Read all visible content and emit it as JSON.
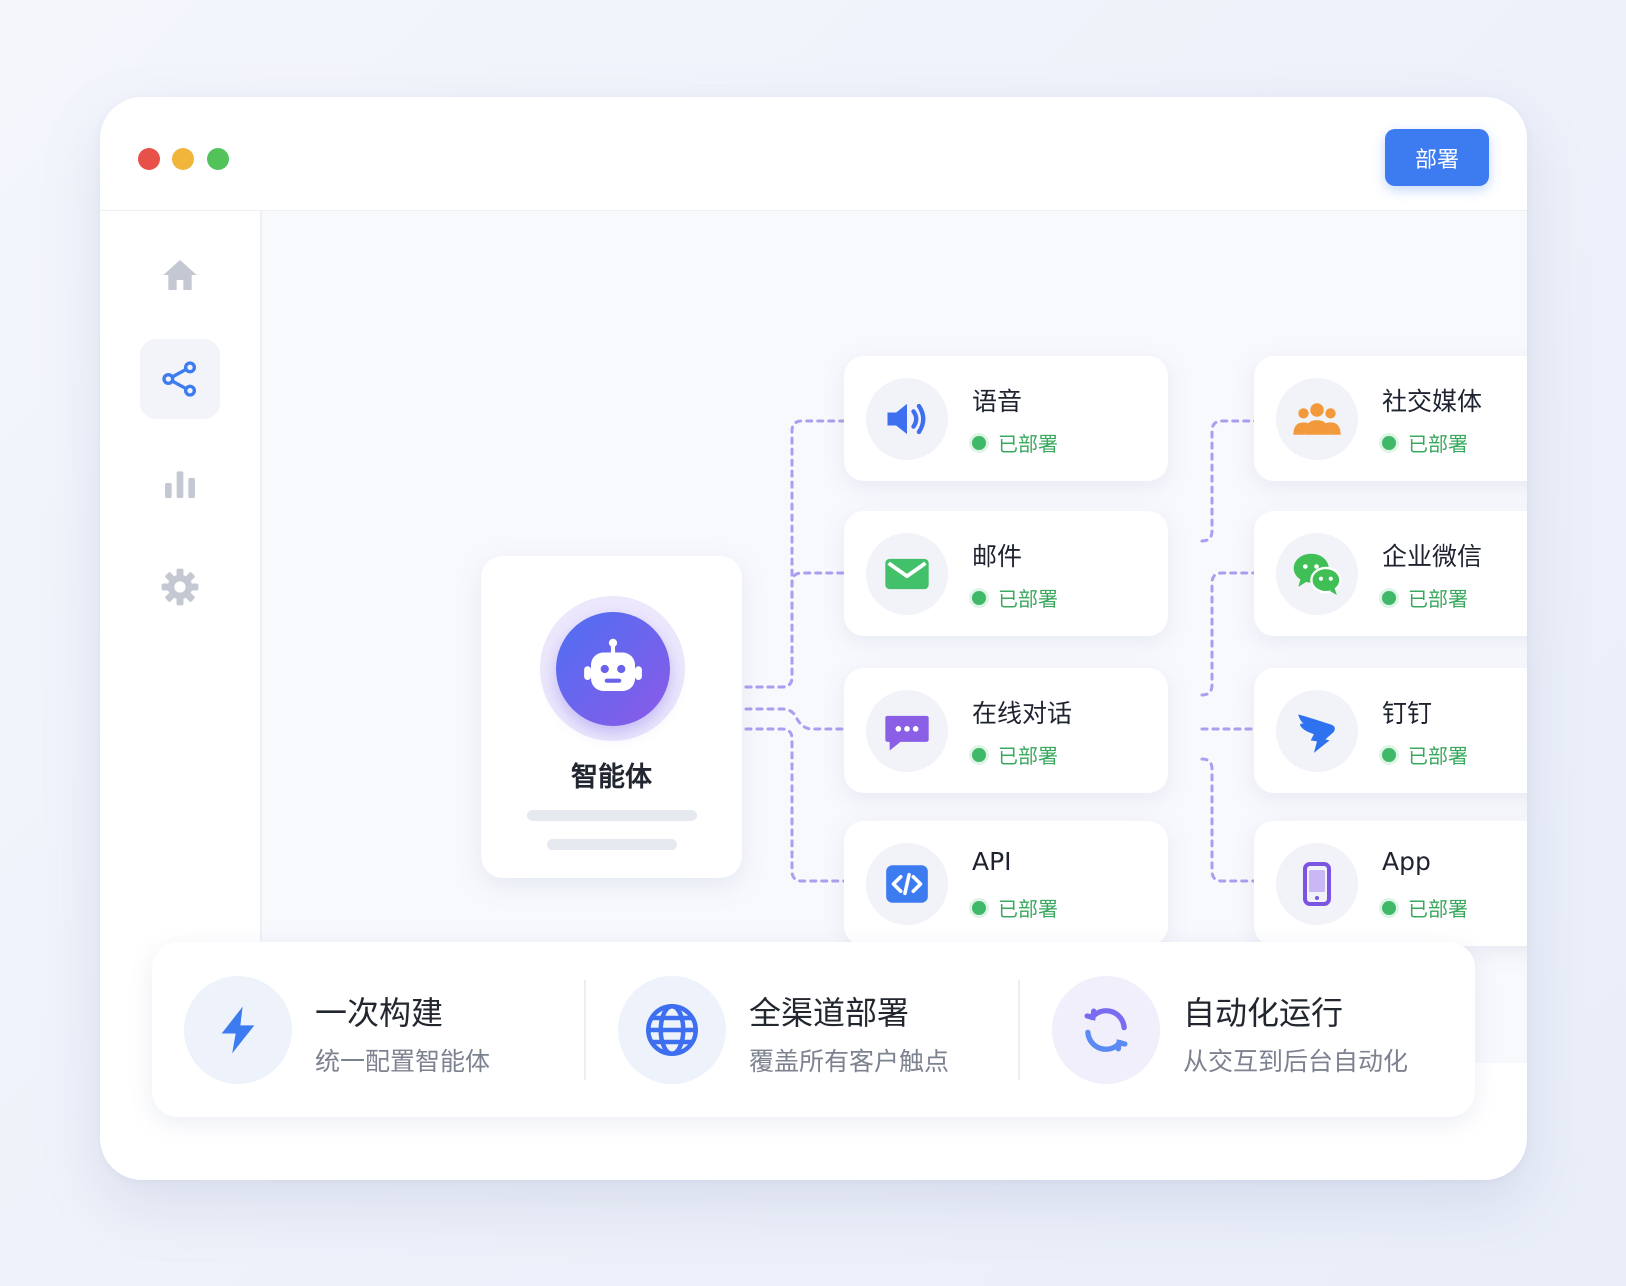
{
  "window": {
    "deploy_button_label": "部署"
  },
  "sidebar": {
    "items": [
      {
        "icon": "home-icon"
      },
      {
        "icon": "share-nodes-icon",
        "active": true
      },
      {
        "icon": "bar-chart-icon"
      },
      {
        "icon": "gear-icon"
      }
    ]
  },
  "agent": {
    "name": "智能体",
    "icon": "robot-icon"
  },
  "channels": [
    {
      "name": "语音",
      "status": "已部署",
      "icon": "speaker-icon"
    },
    {
      "name": "邮件",
      "status": "已部署",
      "icon": "mail-icon"
    },
    {
      "name": "在线对话",
      "status": "已部署",
      "icon": "chat-bubble-icon"
    },
    {
      "name": "API",
      "status": "已部署",
      "icon": "code-icon"
    },
    {
      "name": "社交媒体",
      "status": "已部署",
      "icon": "people-icon"
    },
    {
      "name": "企业微信",
      "status": "已部署",
      "icon": "wechat-icon"
    },
    {
      "name": "钉钉",
      "status": "已部署",
      "icon": "dingtalk-icon"
    },
    {
      "name": "App",
      "status": "已部署",
      "icon": "mobile-phone-icon"
    }
  ],
  "features": [
    {
      "title": "一次构建",
      "subtitle": "统一配置智能体",
      "icon": "lightning-icon"
    },
    {
      "title": "全渠道部署",
      "subtitle": "覆盖所有客户触点",
      "icon": "globe-icon"
    },
    {
      "title": "自动化运行",
      "subtitle": "从交互到后台自动化",
      "icon": "refresh-cycle-icon"
    }
  ],
  "colors": {
    "accent": "#3d7bf0",
    "deployed_green": "#3fb868",
    "connector": "#9f94ee"
  }
}
